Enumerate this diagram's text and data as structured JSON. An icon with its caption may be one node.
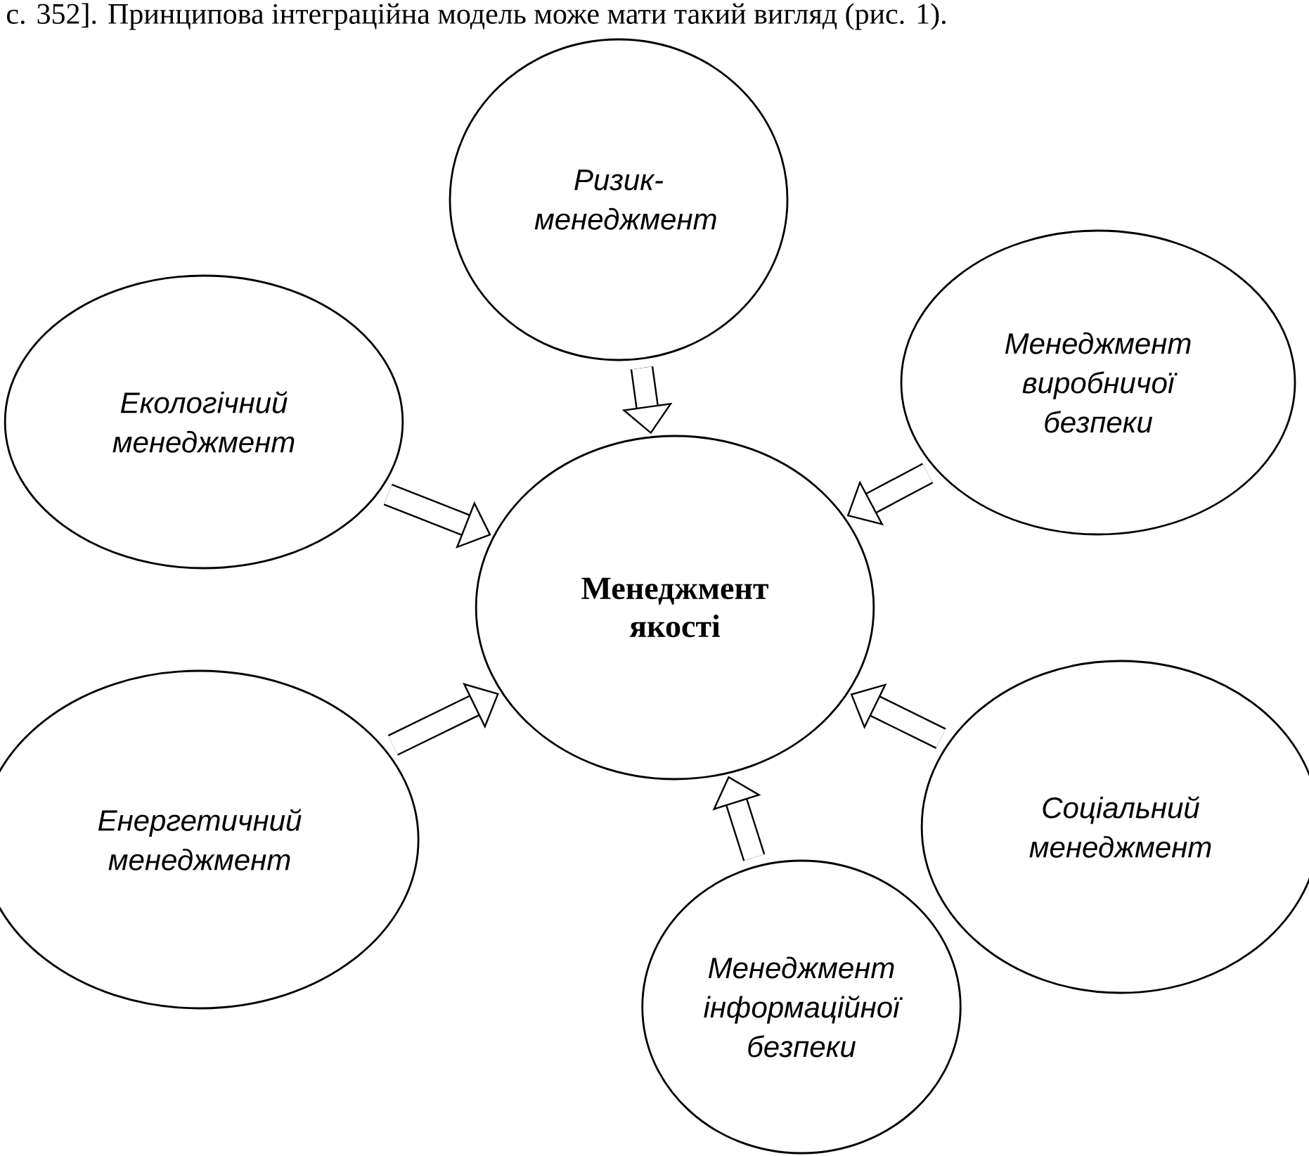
{
  "diagram": {
    "nodes": [
      {
        "text": [
          "Ризик-менеджмент"
        ]
      },
      {
        "text": [
          "Екологічний менеджмент"
        ]
      },
      {
        "text": [
          "Менеджмент виробничої безпеки"
        ]
      },
      {
        "text": [
          "Менеджмент якості"
        ]
      },
      {
        "text": [
          "Енергетичний менеджмент"
        ]
      },
      {
        "text": [
          "Соціальний менеджмент"
        ]
      },
      {
        "text": [
          "Менеджмент інформаційної безпеки"
        ]
      }
    ],
    "edges": [
      {
        "from": 0,
        "to": 3,
        "arrow": "to"
      },
      {
        "from": 1,
        "to": 3,
        "arrow": "to"
      },
      {
        "from": 2,
        "to": 3,
        "arrow": "to"
      },
      {
        "from": 4,
        "to": 3,
        "arrow": "to"
      },
      {
        "from": 5,
        "to": 3,
        "arrow": "to"
      },
      {
        "from": 6,
        "to": 3,
        "arrow": "to"
      }
    ],
    "labels": [
      "с. 352]. Принципова інтеграційна модель може мати такий вигляд (рис. 1)."
    ]
  }
}
